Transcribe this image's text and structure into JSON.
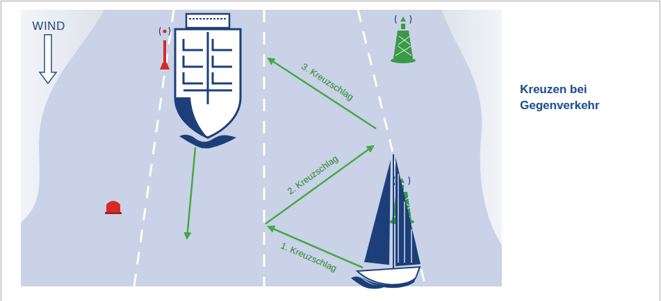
{
  "diagram": {
    "title": "Kreuzen bei Gegenverkehr",
    "labels": [
      "WIND",
      "1. Kreuzschlag",
      "2. Kreuzschlag",
      "3. Kreuzschlag"
    ]
  }
}
